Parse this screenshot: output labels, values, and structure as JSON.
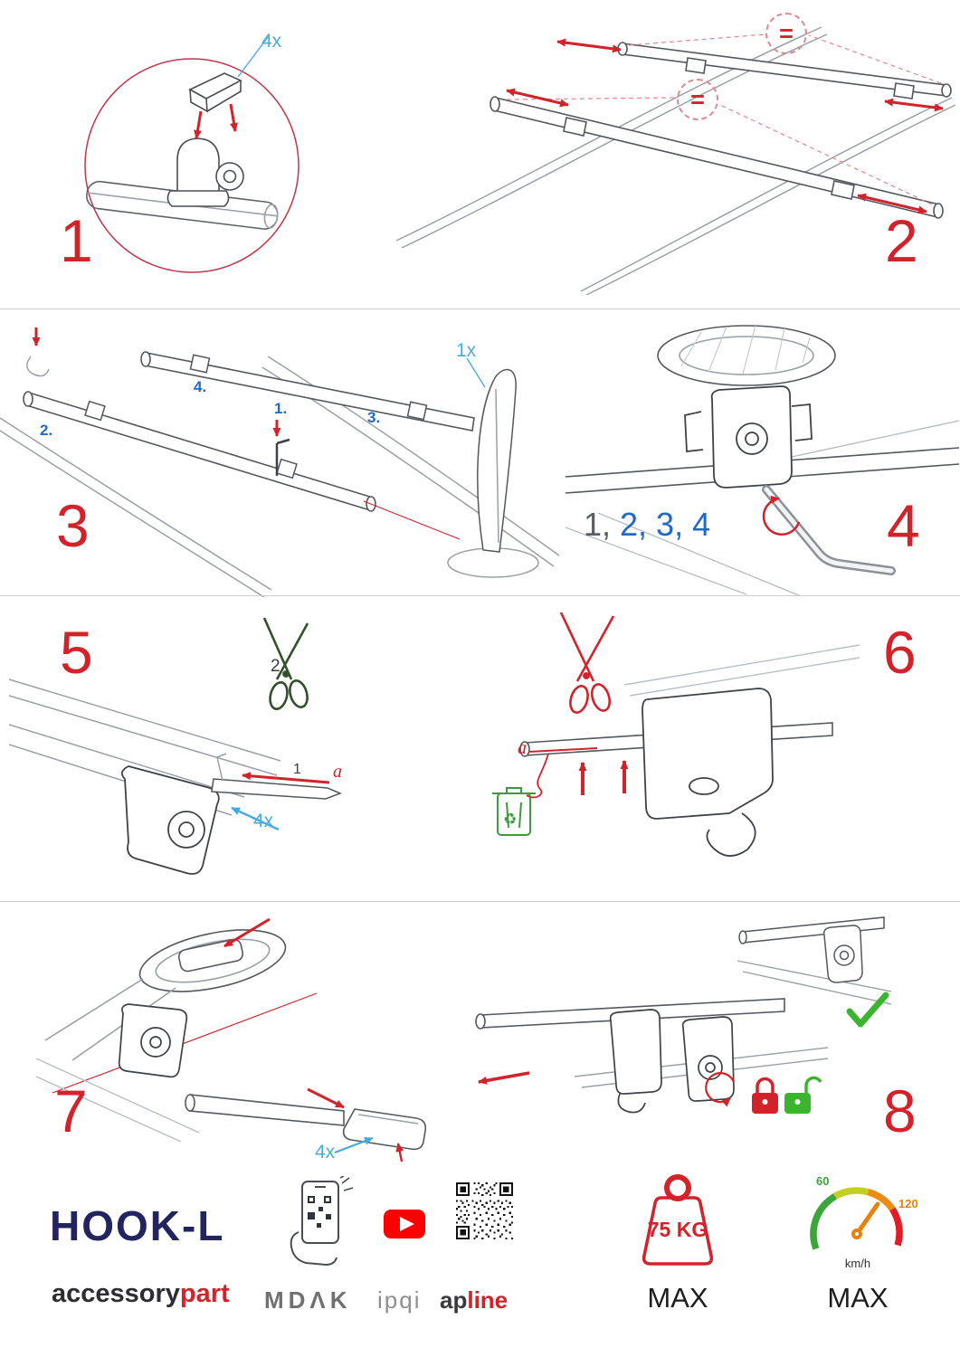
{
  "colors": {
    "red": "#d2232a",
    "light_blue": "#49abdd",
    "blue": "#2069c8",
    "navy": "#23235f",
    "green": "#3cb52e",
    "orange": "#e8820c",
    "gray": "#707070"
  },
  "steps": {
    "s1": {
      "number": "1",
      "qty": "4x"
    },
    "s2": {
      "number": "2",
      "equal_top": "=",
      "equal_bottom": "="
    },
    "s3": {
      "number": "3",
      "qty": "1x",
      "label_1": "1.",
      "label_2": "2.",
      "label_3": "3.",
      "label_4": "4."
    },
    "s4": {
      "number": "4",
      "seq_gray": "1,",
      "seq_blue": "2, 3, 4"
    },
    "s5": {
      "number": "5",
      "qty": "4x",
      "cut_label": "2",
      "pull_label": "1",
      "letter": "a"
    },
    "s6": {
      "number": "6",
      "letter": "a"
    },
    "s7": {
      "number": "7",
      "qty": "4x"
    },
    "s8": {
      "number": "8"
    }
  },
  "icons": {
    "recycle": "♻"
  },
  "footer": {
    "product_name": "HOOK-L",
    "brand_black": "accessory",
    "brand_red": "part",
    "logo_mdak": "MDΛK",
    "logo_ipqi": "ipqi",
    "logo_apline_black": "ap",
    "logo_apline_red": "line",
    "weight_value": "75 KG",
    "weight_max": "MAX",
    "speed_low": "60",
    "speed_high": "120",
    "speed_unit": "km/h",
    "speed_max": "MAX"
  }
}
